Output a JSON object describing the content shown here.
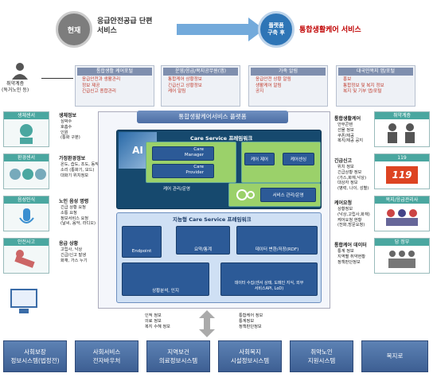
{
  "header": {
    "current_badge": "현재",
    "current_text": "응급안전공급 단편\n서비스",
    "after_badge": "플랫폼\n구축 후",
    "after_text": "통합생활케어 서비스"
  },
  "target": {
    "label": "취약계층\n(독거노인 등)"
  },
  "top_boxes": [
    {
      "title": "통합생활 케어포털",
      "items": [
        "응급안전과 생활관리",
        "정보 제공",
        "긴급신고 종합관리"
      ]
    },
    {
      "title": "운영/응급/복지공무원(앱)",
      "items": [
        "통합케어 상황정보",
        "긴급신고 상황정보",
        "케어 알림"
      ]
    },
    {
      "title": "가족 알림",
      "items": [
        "응급안전 상황 알림",
        "생활케어 알림",
        "공지"
      ]
    },
    {
      "title": "대국민복지 앱/포털",
      "items": [
        "홍보",
        "통합정보 및 복지 정보",
        "복지 및 기부 앱/포털"
      ]
    }
  ],
  "left_boxes": [
    {
      "title": "생체센서",
      "label": "생체정보",
      "items": [
        "심박수",
        "호흡수",
        "인원",
        "(통화 구분)"
      ]
    },
    {
      "title": "환경센서",
      "label": "가정환경정보",
      "items": [
        "온도, 습도, 조도, 동작",
        "소리 (통화기, 모드)",
        "대화기 위치정보"
      ]
    },
    {
      "title": "음성인식",
      "label": "노인 음성 명령",
      "items": [
        "긴급 상황 요청",
        "소통 요청",
        "정보서비스 요청",
        "(날씨, 음악, 라디오)"
      ]
    },
    {
      "title": "안전사고",
      "label": "응급 상황",
      "items": [
        "고립사, 낙상",
        "긴급/신고 발생",
        "화재, 가스 누기"
      ]
    }
  ],
  "right_boxes": [
    {
      "title": "취약계층",
      "label": "통합생활케어",
      "items": [
        "안부콘텐",
        "선물 정보",
        "쿠폰/제공",
        "복지/제공 공지"
      ]
    },
    {
      "title": "119",
      "label": "긴급신고",
      "items": [
        "위치 정보",
        "긴급상황 정보",
        "(가스,화재,낙상)",
        "대상자 정보",
        "(병력, 나이, 성별)"
      ]
    },
    {
      "title": "복지/응급관리사",
      "label": "케어요청",
      "items": [
        "상황정보",
        "(낙상,고립사,화재)",
        "케어요청 현황",
        "(전화,방문요청)"
      ]
    },
    {
      "title": "담 정부",
      "label": "통합케어 데이터",
      "items": [
        "통계 정보",
        "지역별 취약현황",
        "정책판단정보"
      ]
    }
  ],
  "platform": {
    "title": "통합생활케어서비스 플랫폼",
    "framework_title": "Care Service 프레임워크",
    "care_manager": "Care\nManager",
    "care_provider": "Care\nProvider",
    "care_mgmt": "케어 관리/운영",
    "care_control": "케어 제어",
    "care_sensing": "케어센싱",
    "service_mgmt": "서비스 관리/운영",
    "intel_title": "지능형 Care Service 프레임워크",
    "endpoint": "Endpoint",
    "stats": "요약/통계",
    "data_convert": "데이터 변환/저장(RDF)",
    "situation": "상황분석, 인지",
    "data_collect": "데이터 수집(센서 상태, 도메인 지식, 외부\n서비스API, LoD)"
  },
  "bottom_notes": {
    "left": [
      "인적 정보",
      "의료 정보",
      "복지 수혜 정보"
    ],
    "right": [
      "통합케어 정보",
      "통계정보",
      "정책판단정보"
    ]
  },
  "bottom_systems": [
    "사회보장\n정보시스템(법정전)",
    "사회서비스\n전자바우처",
    "지역보건\n의료정보시스템",
    "사회복지\n시설정보시스템",
    "취약노인\n지원시스템",
    "복지로"
  ]
}
